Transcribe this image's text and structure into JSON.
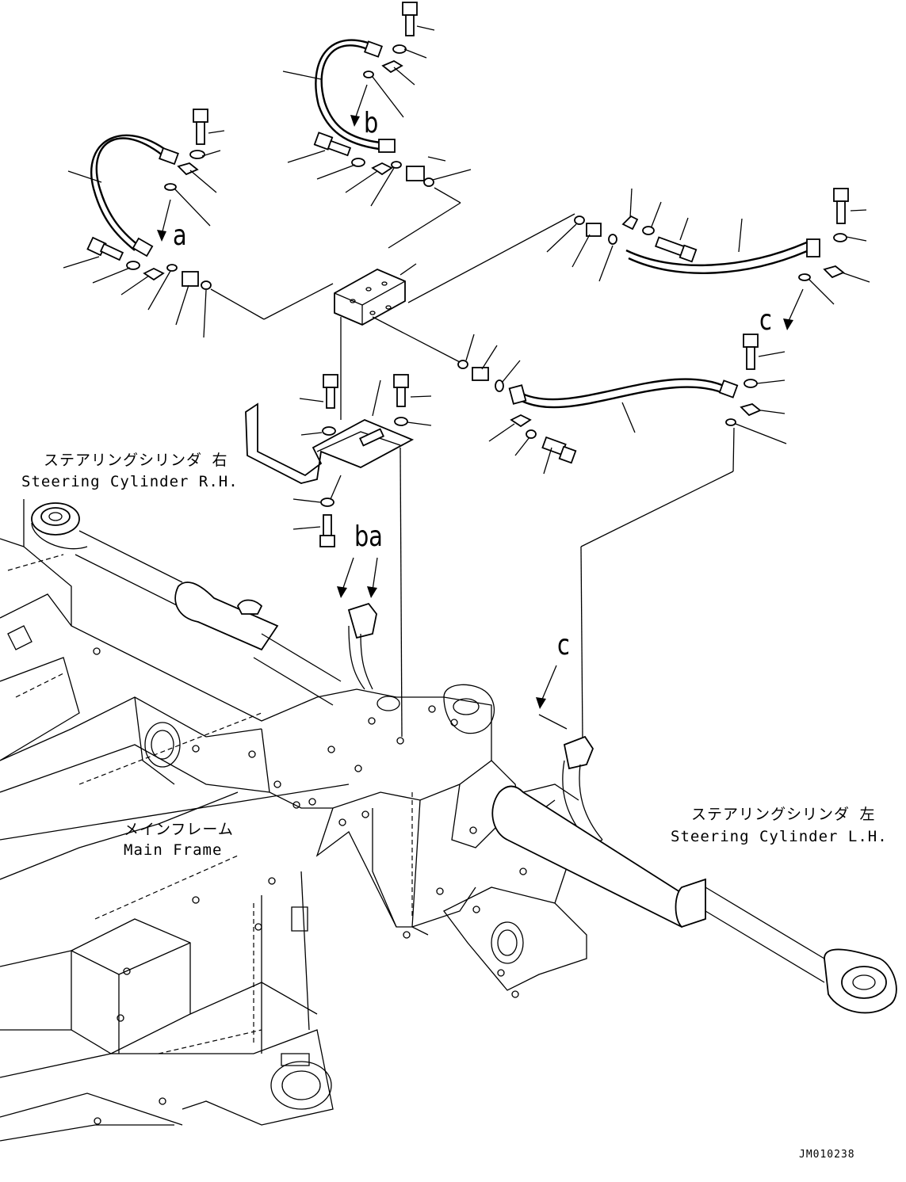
{
  "diagram": {
    "labels": {
      "letters": [
        {
          "id": "b-top",
          "text": "b"
        },
        {
          "id": "a-top",
          "text": "a"
        },
        {
          "id": "c-top",
          "text": "c"
        },
        {
          "id": "ba-mid",
          "text": "ba"
        },
        {
          "id": "c-mid",
          "text": "c"
        }
      ],
      "steering_rh_jp": "ステアリングシリンダ 右",
      "steering_rh_en": "Steering Cylinder R.H.",
      "steering_lh_jp": "ステアリングシリンダ 左",
      "steering_lh_en": "Steering Cylinder L.H.",
      "main_frame_jp": "メインフレーム",
      "main_frame_en": "Main Frame",
      "drawing_code": "JM010238"
    }
  }
}
